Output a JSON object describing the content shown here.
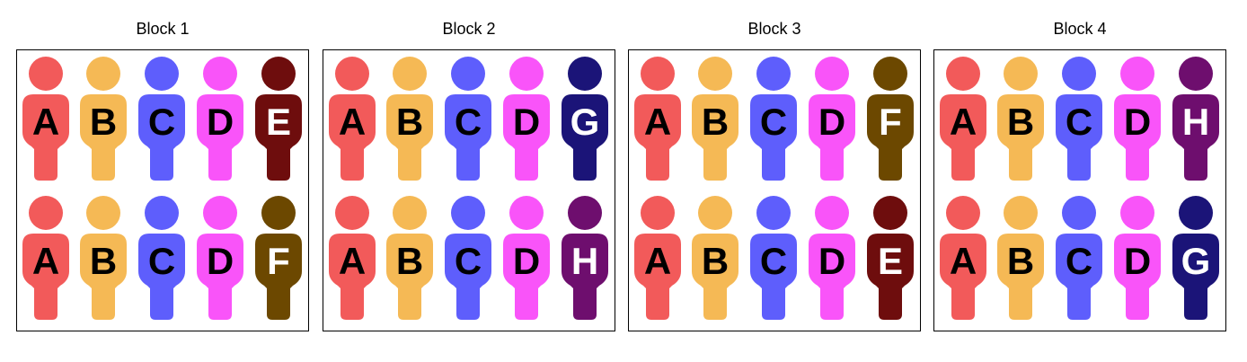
{
  "palette": {
    "A": "#f25a5a",
    "B": "#f5b955",
    "C": "#5e5efc",
    "D": "#f954f9",
    "E": "#6e0d0d",
    "F": "#6c4800",
    "G": "#1b1478",
    "H": "#6e0e6e"
  },
  "label_text_color_light": "#000000",
  "label_text_color_dark": "#ffffff",
  "icon": "person-silhouette-icon",
  "blocks": [
    {
      "title": "Block 1",
      "rows": [
        [
          "A",
          "B",
          "C",
          "D",
          "E"
        ],
        [
          "A",
          "B",
          "C",
          "D",
          "F"
        ]
      ]
    },
    {
      "title": "Block 2",
      "rows": [
        [
          "A",
          "B",
          "C",
          "D",
          "G"
        ],
        [
          "A",
          "B",
          "C",
          "D",
          "H"
        ]
      ]
    },
    {
      "title": "Block 3",
      "rows": [
        [
          "A",
          "B",
          "C",
          "D",
          "F"
        ],
        [
          "A",
          "B",
          "C",
          "D",
          "E"
        ]
      ]
    },
    {
      "title": "Block 4",
      "rows": [
        [
          "A",
          "B",
          "C",
          "D",
          "H"
        ],
        [
          "A",
          "B",
          "C",
          "D",
          "G"
        ]
      ]
    }
  ]
}
